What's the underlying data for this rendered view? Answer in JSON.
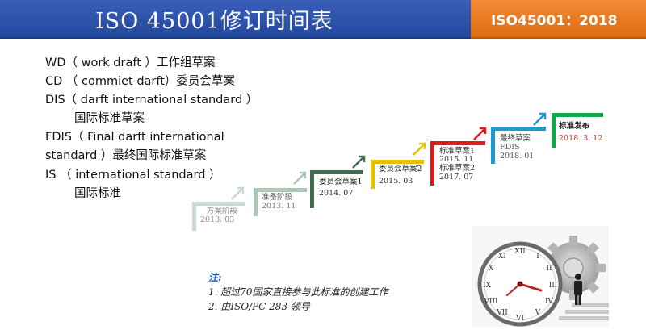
{
  "header": {
    "title": "ISO 45001修订时间表",
    "code": "ISO45001：2018"
  },
  "definitions": [
    "WD（ work draft ）工作组草案",
    "CD （ commiet darft）委员会草案",
    "DIS（ darft  international  standard ）",
    "国际标准草案",
    "FDIS（ Final darft international",
    "standard ）最终国际标准草案",
    "IS  （  international  standard ）",
    "国际标准"
  ],
  "stages": [
    {
      "name": "方案阶段",
      "date": "2013. 03",
      "color": "#c9d9d0"
    },
    {
      "name": "准备阶段",
      "date": "2013. 11",
      "color": "#a9c9b6"
    },
    {
      "name": "委员会草案1",
      "date": "2014. 07",
      "color": "#3f6b4e"
    },
    {
      "name": "委员会草案2",
      "date": "2015. 03",
      "color": "#e3c200"
    },
    {
      "name": "标准草案1",
      "name2": "2015. 11",
      "name3": "标准草案2",
      "date": "2017. 07",
      "color": "#e01b1b"
    },
    {
      "name": "最终草案",
      "name2": "FDIS",
      "date": "2018. 01",
      "color": "#1a9ad8"
    },
    {
      "name": "标准发布",
      "date": "2018. 3. 12",
      "color": "#12a847"
    }
  ],
  "note": {
    "head": "注:",
    "lines": [
      "1. 超过70国家直接参与此标准的创建工作",
      "2. 由ISO/PC 283 领导"
    ]
  }
}
